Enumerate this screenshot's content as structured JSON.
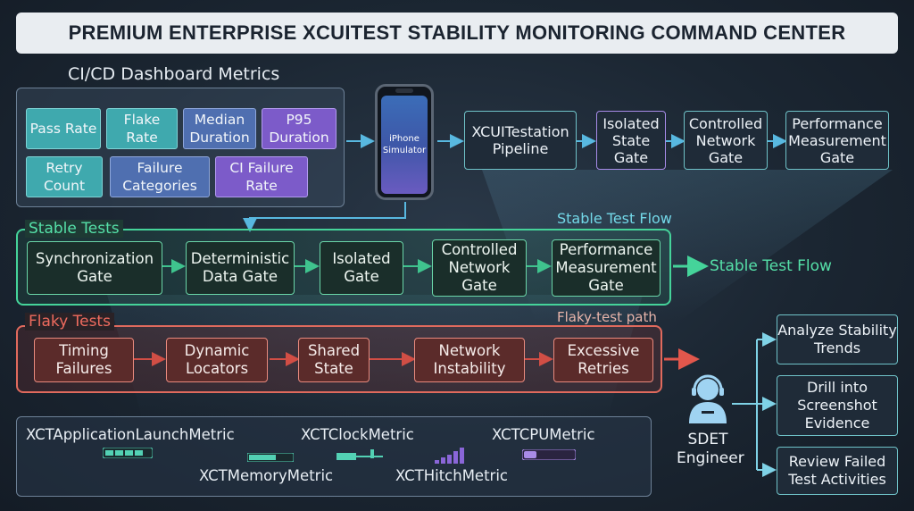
{
  "title": "PREMIUM ENTERPRISE XCUITEST STABILITY MONITORING COMMAND CENTER",
  "metrics": {
    "heading": "CI/CD Dashboard Metrics",
    "tiles": [
      "Pass Rate",
      "Flake Rate",
      "Median Duration",
      "P95 Duration",
      "Retry Count",
      "Failure Categories",
      "CI Failure Rate"
    ]
  },
  "phone": {
    "label": "iPhone Simulator"
  },
  "pipeline": [
    "XCUITestation Pipeline",
    "Isolated State Gate",
    "Controlled Network Gate",
    "Performance Measurement Gate"
  ],
  "stable": {
    "heading": "Stable Tests",
    "flow_label_top": "Stable Test Flow",
    "flow_label_side": "Stable Test Flow",
    "steps": [
      "Synchronization Gate",
      "Deterministic Data Gate",
      "Isolated Gate",
      "Controlled Network Gate",
      "Performance Measurement Gate"
    ]
  },
  "flaky": {
    "heading": "Flaky Tests",
    "path_label": "Flaky-test path",
    "steps": [
      "Timing Failures",
      "Dynamic Locators",
      "Shared State",
      "Network Instability",
      "Excessive Retries"
    ]
  },
  "perf_metrics": [
    "XCTApplicationLaunchMetric",
    "XCTClockMetric",
    "XCTCPUMetric",
    "XCTMemoryMetric",
    "XCTHitchMetric"
  ],
  "engineer": {
    "label": "SDET Engineer"
  },
  "actions": [
    "Analyze Stability Trends",
    "Drill into Screenshot Evidence",
    "Review Failed Test Activities"
  ],
  "colors": {
    "teal": "#3fa9ae",
    "blue": "#4f6fb0",
    "purple": "#7c5bc9",
    "green": "#45d39a",
    "red": "#e06a5d"
  }
}
